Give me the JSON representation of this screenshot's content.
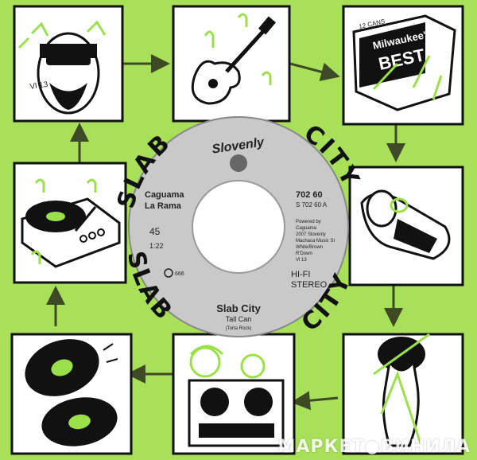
{
  "colors": {
    "background": "#a8e05a",
    "panel": "#ffffff",
    "ink": "#111111",
    "arrow": "#3d4a25",
    "label": "#c9c9c9",
    "accent": "#9be04a"
  },
  "sleeve": {
    "top_left": "SLAB",
    "top_right": "CITY",
    "bottom_left": "SLAB",
    "bottom_right": "CITY"
  },
  "label": {
    "brand": "Slovenly",
    "artist_line1": "Caguama",
    "artist_line2": "La Rama",
    "catalog": "702 60",
    "catalog_side": "S 702 60 A",
    "speed": "45",
    "time": "1:22",
    "credits": [
      "Powered by",
      "Caguama",
      "2007 Slovenly",
      "Machaca Music SI",
      "White/Brown",
      "R'Down",
      "Vl 13"
    ],
    "hifi": "HI-FI",
    "stereo": "STEREO",
    "mark": "666",
    "title": "Slab City",
    "song": "Tall Can",
    "genre": "(Torta Rock)"
  },
  "panels": {
    "face_tag": "Vl 13",
    "beer_line1": "Milwaukee's",
    "beer_line2": "BEST",
    "beer_count": "12 CANS"
  },
  "watermark": "МАРКЕТ●ВИНИЛА"
}
